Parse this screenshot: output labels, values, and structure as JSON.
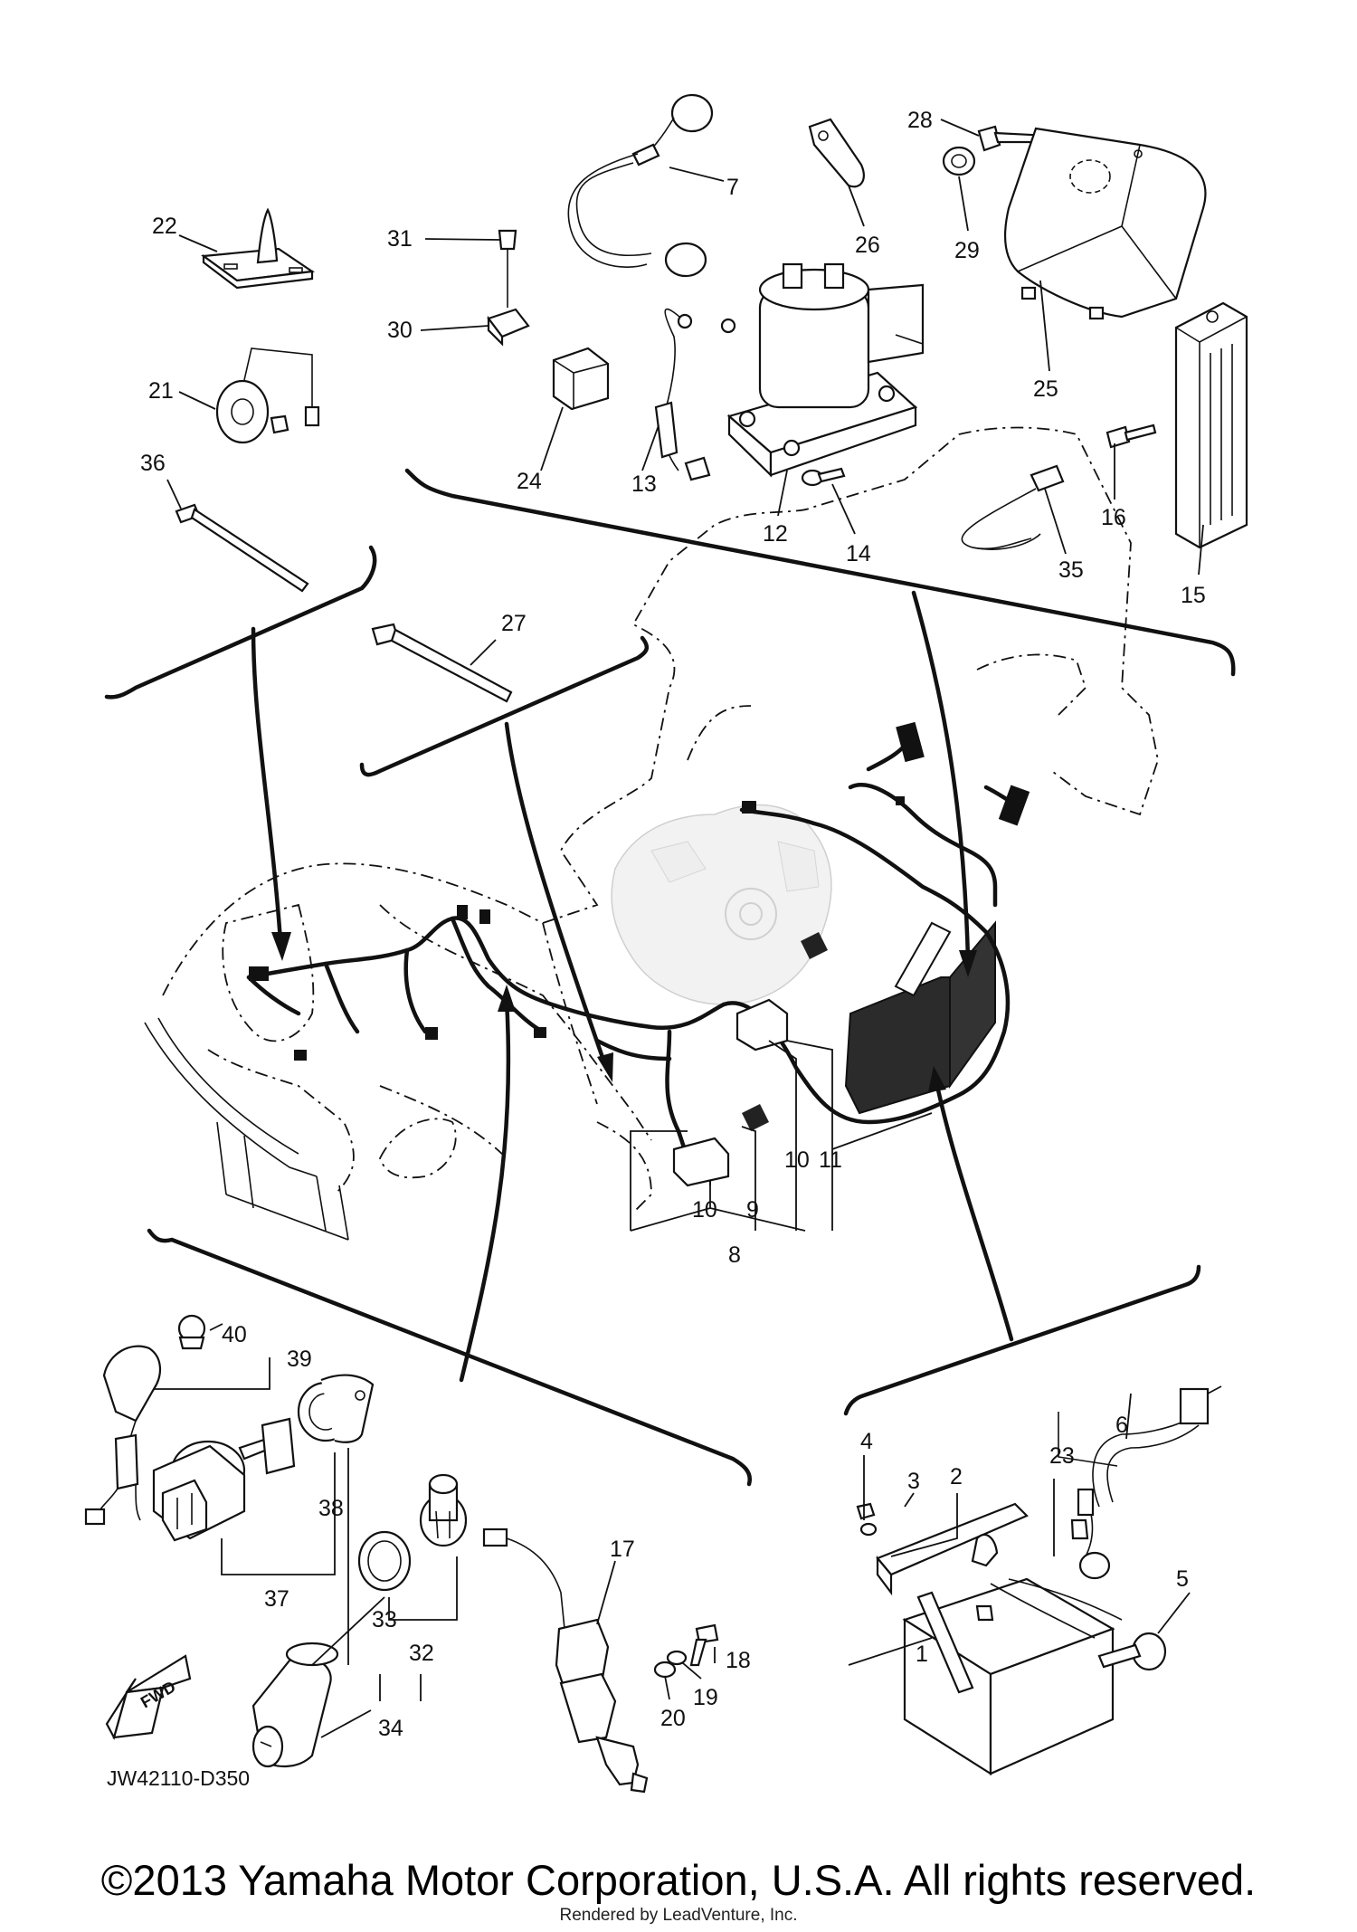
{
  "diagram": {
    "code": "JW42110-D350",
    "fwd_label": "FWD",
    "callouts": [
      {
        "id": "c1",
        "label": "1"
      },
      {
        "id": "c2",
        "label": "2"
      },
      {
        "id": "c3",
        "label": "3"
      },
      {
        "id": "c4",
        "label": "4"
      },
      {
        "id": "c5",
        "label": "5"
      },
      {
        "id": "c6",
        "label": "6"
      },
      {
        "id": "c7",
        "label": "7"
      },
      {
        "id": "c8",
        "label": "8"
      },
      {
        "id": "c9",
        "label": "9"
      },
      {
        "id": "c10a",
        "label": "10"
      },
      {
        "id": "c10b",
        "label": "10"
      },
      {
        "id": "c11",
        "label": "11"
      },
      {
        "id": "c12",
        "label": "12"
      },
      {
        "id": "c13",
        "label": "13"
      },
      {
        "id": "c14",
        "label": "14"
      },
      {
        "id": "c15",
        "label": "15"
      },
      {
        "id": "c16",
        "label": "16"
      },
      {
        "id": "c17",
        "label": "17"
      },
      {
        "id": "c18",
        "label": "18"
      },
      {
        "id": "c19",
        "label": "19"
      },
      {
        "id": "c20",
        "label": "20"
      },
      {
        "id": "c21",
        "label": "21"
      },
      {
        "id": "c22",
        "label": "22"
      },
      {
        "id": "c23",
        "label": "23"
      },
      {
        "id": "c24",
        "label": "24"
      },
      {
        "id": "c25",
        "label": "25"
      },
      {
        "id": "c26",
        "label": "26"
      },
      {
        "id": "c27",
        "label": "27"
      },
      {
        "id": "c28",
        "label": "28"
      },
      {
        "id": "c29",
        "label": "29"
      },
      {
        "id": "c30",
        "label": "30"
      },
      {
        "id": "c31",
        "label": "31"
      },
      {
        "id": "c32",
        "label": "32"
      },
      {
        "id": "c33",
        "label": "33"
      },
      {
        "id": "c34",
        "label": "34"
      },
      {
        "id": "c35",
        "label": "35"
      },
      {
        "id": "c36",
        "label": "36"
      },
      {
        "id": "c37",
        "label": "37"
      },
      {
        "id": "c38",
        "label": "38"
      },
      {
        "id": "c39",
        "label": "39"
      },
      {
        "id": "c40",
        "label": "40"
      }
    ]
  },
  "footer": {
    "copyright": "©2013 Yamaha Motor Corporation, U.S.A. All rights reserved.",
    "rendered_by": "Rendered by LeadVenture, Inc."
  }
}
